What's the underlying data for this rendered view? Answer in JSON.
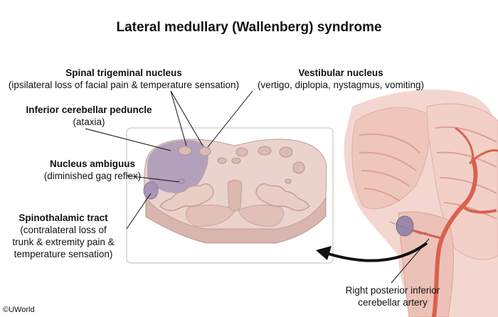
{
  "title": "Lateral medullary (Wallenberg) syndrome",
  "labels": {
    "spinal_trigeminal": {
      "name": "Spinal trigeminal nucleus",
      "detail": "(ipsilateral loss of facial pain & temperature sensation)"
    },
    "vestibular": {
      "name": "Vestibular nucleus",
      "detail": "(vertigo, diplopia, nystagmus, vomiting)"
    },
    "icp": {
      "name": "Inferior cerebellar peduncle",
      "detail": "(ataxia)"
    },
    "ambiguus": {
      "name": "Nucleus ambiguus",
      "detail": "(diminished gag reflex)"
    },
    "spinothalamic": {
      "name": "Spinothalamic tract",
      "detail_lines": [
        "(contralateral loss of",
        "trunk & extremity pain &",
        "temperature sensation)"
      ]
    },
    "artery": {
      "lines": [
        "Right posterior inferior",
        "cerebellar artery"
      ]
    }
  },
  "copyright": "©UWorld",
  "colors": {
    "medulla_tissue": "#ead3cc",
    "medulla_side": "#d8b6ad",
    "infarct": "#a996b6",
    "artery": "#d9614e",
    "cerebellum": "#f0cdc5",
    "arrow": "#111111"
  }
}
